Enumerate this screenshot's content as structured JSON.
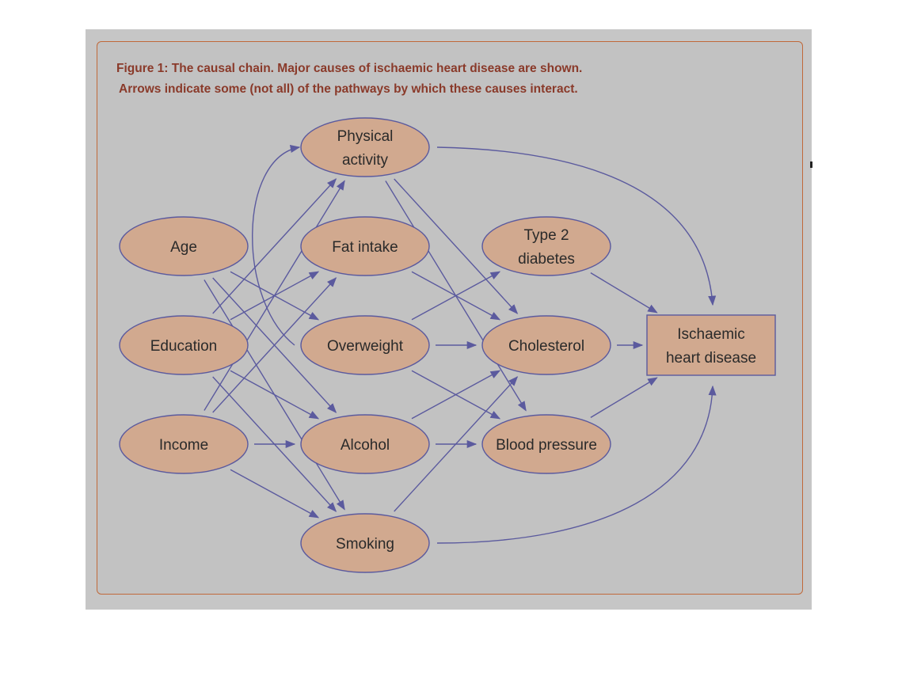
{
  "figure": {
    "caption_line1": "Figure 1: The causal chain. Major causes of ischaemic heart disease are shown.",
    "caption_line2": "Arrows indicate some (not all) of the pathways by which these causes interact."
  },
  "colors": {
    "node_fill": "#d1a98f",
    "node_stroke": "#5b5a9e",
    "edge": "#5b5a9e",
    "panel_border": "#c0693a"
  },
  "nodes": [
    {
      "id": "age",
      "lines": [
        "Age"
      ],
      "shape": "ellipse"
    },
    {
      "id": "education",
      "lines": [
        "Education"
      ],
      "shape": "ellipse"
    },
    {
      "id": "income",
      "lines": [
        "Income"
      ],
      "shape": "ellipse"
    },
    {
      "id": "physical-activity",
      "lines": [
        "Physical",
        "activity"
      ],
      "shape": "ellipse"
    },
    {
      "id": "fat-intake",
      "lines": [
        "Fat intake"
      ],
      "shape": "ellipse"
    },
    {
      "id": "overweight",
      "lines": [
        "Overweight"
      ],
      "shape": "ellipse"
    },
    {
      "id": "alcohol",
      "lines": [
        "Alcohol"
      ],
      "shape": "ellipse"
    },
    {
      "id": "smoking",
      "lines": [
        "Smoking"
      ],
      "shape": "ellipse"
    },
    {
      "id": "type2-diabetes",
      "lines": [
        "Type 2",
        "diabetes"
      ],
      "shape": "ellipse"
    },
    {
      "id": "cholesterol",
      "lines": [
        "Cholesterol"
      ],
      "shape": "ellipse"
    },
    {
      "id": "blood-pressure",
      "lines": [
        "Blood pressure"
      ],
      "shape": "ellipse"
    },
    {
      "id": "ischaemic-heart-disease",
      "lines": [
        "Ischaemic",
        "heart disease"
      ],
      "shape": "rectangle"
    }
  ],
  "edges": [
    [
      "age",
      "physical-activity"
    ],
    [
      "age",
      "overweight"
    ],
    [
      "age",
      "alcohol"
    ],
    [
      "age",
      "smoking"
    ],
    [
      "education",
      "physical-activity"
    ],
    [
      "education",
      "fat-intake"
    ],
    [
      "education",
      "alcohol"
    ],
    [
      "education",
      "smoking"
    ],
    [
      "income",
      "physical-activity"
    ],
    [
      "income",
      "fat-intake"
    ],
    [
      "income",
      "alcohol"
    ],
    [
      "income",
      "smoking"
    ],
    [
      "physical-activity",
      "cholesterol"
    ],
    [
      "physical-activity",
      "blood-pressure"
    ],
    [
      "physical-activity",
      "ischaemic-heart-disease"
    ],
    [
      "fat-intake",
      "cholesterol"
    ],
    [
      "overweight",
      "type2-diabetes"
    ],
    [
      "overweight",
      "cholesterol"
    ],
    [
      "overweight",
      "blood-pressure"
    ],
    [
      "alcohol",
      "cholesterol"
    ],
    [
      "alcohol",
      "blood-pressure"
    ],
    [
      "smoking",
      "cholesterol"
    ],
    [
      "smoking",
      "ischaemic-heart-disease"
    ],
    [
      "type2-diabetes",
      "ischaemic-heart-disease"
    ],
    [
      "cholesterol",
      "ischaemic-heart-disease"
    ],
    [
      "blood-pressure",
      "ischaemic-heart-disease"
    ]
  ]
}
